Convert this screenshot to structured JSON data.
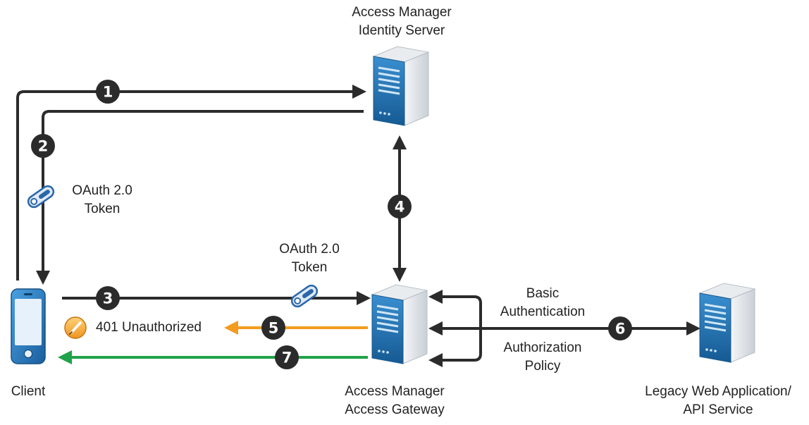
{
  "nodes": {
    "identity_server": {
      "line1": "Access Manager",
      "line2": "Identity Server"
    },
    "access_gateway": {
      "line1": "Access Manager",
      "line2": "Access Gateway"
    },
    "client": {
      "label": "Client"
    },
    "legacy": {
      "line1": "Legacy Web Application/",
      "line2": "API Service"
    }
  },
  "tokens": {
    "token_a": {
      "line1": "OAuth 2.0",
      "line2": "Token"
    },
    "token_b": {
      "line1": "OAuth 2.0",
      "line2": "Token"
    }
  },
  "messages": {
    "unauthorized": "401 Unauthorized",
    "basic_line1": "Basic",
    "basic_line2": "Authentication",
    "authz_line1": "Authorization",
    "authz_line2": "Policy"
  },
  "steps": [
    "1",
    "2",
    "3",
    "4",
    "5",
    "6",
    "7"
  ],
  "colors": {
    "arrow": "#2b2b2b",
    "error_arrow": "#f39c1f",
    "response_arrow": "#20a24a",
    "badge": "#2b2b2b",
    "server_blue": "#1f6fb0"
  },
  "icons": [
    "server-icon",
    "phone-icon",
    "token-icon",
    "warning-icon"
  ]
}
